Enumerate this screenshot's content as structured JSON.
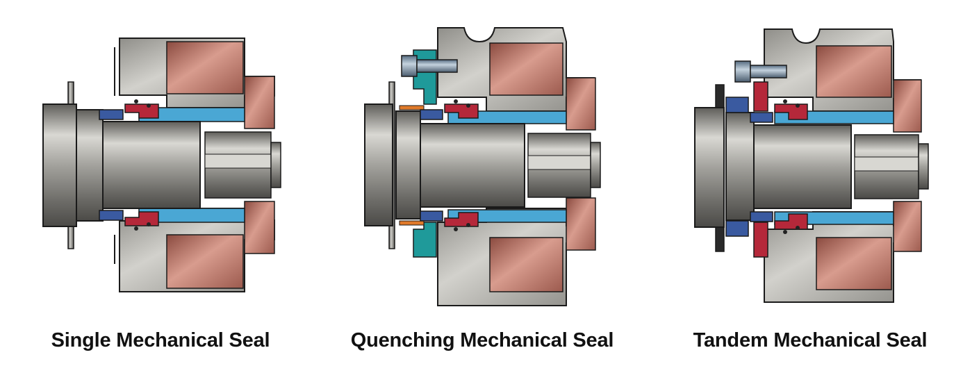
{
  "captions": {
    "single": "Single Mechanical Seal",
    "quenching": "Quenching Mechanical Seal",
    "tandem": "Tandem Mechanical Seal"
  },
  "colors": {
    "housing": "#b5b4ae",
    "housing_dark": "#7d7c78",
    "impeller": "#b86a5e",
    "fluid": "#4aa7d4",
    "seal_red": "#b5283a",
    "seal_blue": "#3a5aa0",
    "quench_teal": "#1f9a9a",
    "quench_orange": "#e07a2a",
    "shaft": "#8e8d88",
    "outline": "#1a1a1a"
  }
}
